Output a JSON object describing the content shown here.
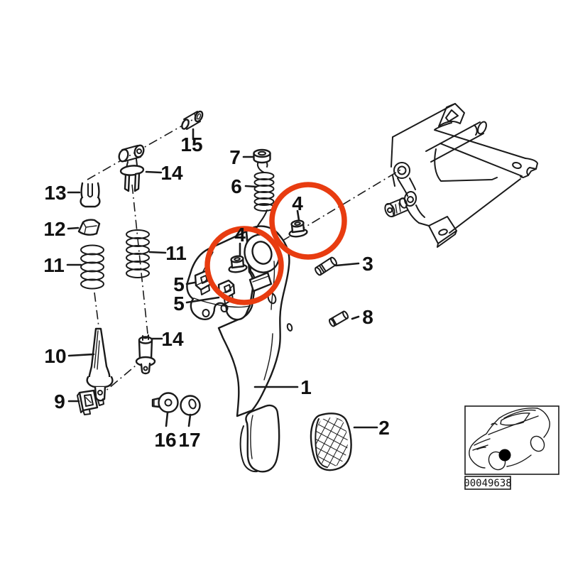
{
  "diagram": {
    "kind": "exploded-parts-diagram",
    "colors": {
      "line": "#1a1a1a",
      "muted": "#c9c9c9",
      "highlight": "#e83c10"
    },
    "highlighted_part": "4",
    "callouts": {
      "c1": "1",
      "c2": "2",
      "c3": "3",
      "c4a": "4",
      "c4b": "4",
      "c5a": "5",
      "c5b": "5",
      "c6": "6",
      "c7": "7",
      "c8": "8",
      "c9": "9",
      "c10": "10",
      "c11a": "11",
      "c11b": "11",
      "c12": "12",
      "c13": "13",
      "c14a": "14",
      "c14b": "14",
      "c15": "15",
      "c16": "16",
      "c17": "17"
    },
    "inset": {
      "part_code": "00049638"
    }
  }
}
